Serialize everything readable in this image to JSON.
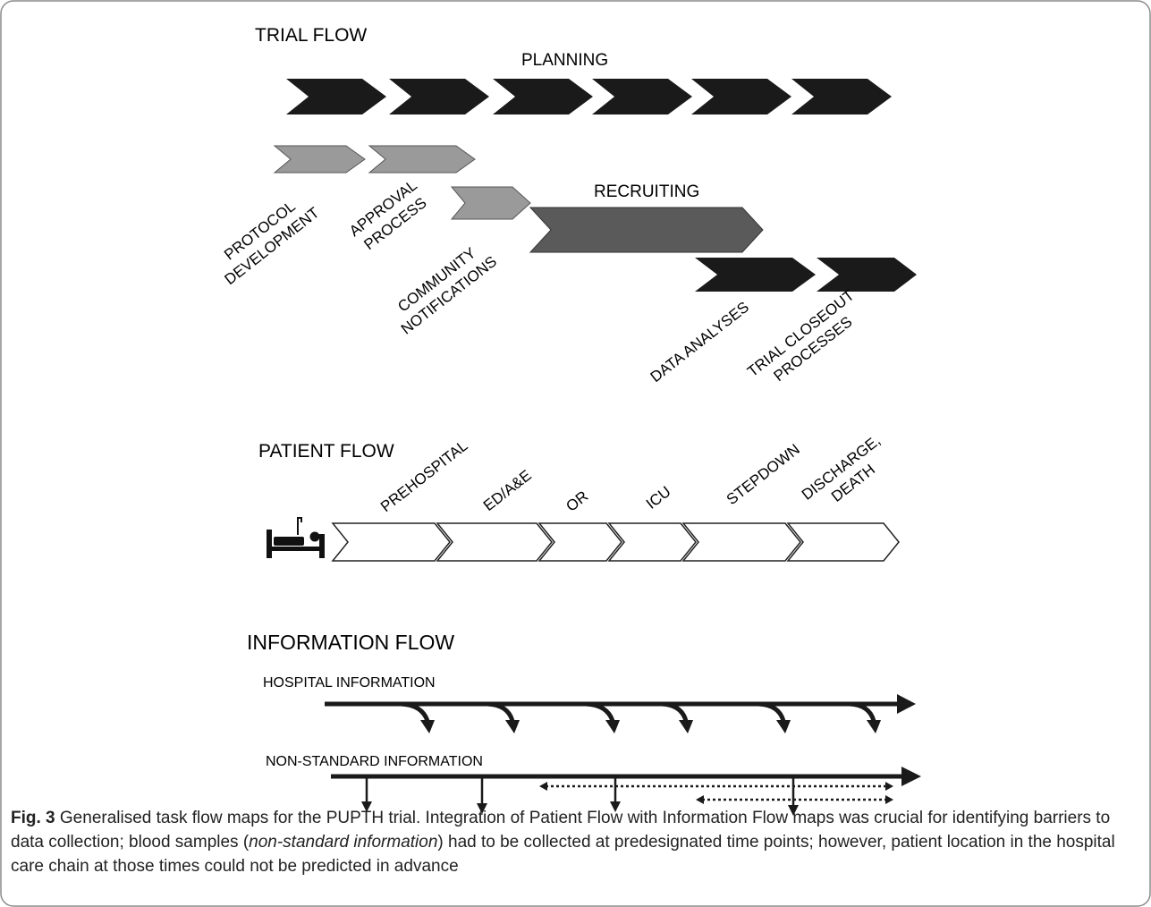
{
  "trial_flow": {
    "title": "TRIAL FLOW",
    "planning_label": "PLANNING",
    "protocol": [
      "PROTOCOL",
      "DEVELOPMENT"
    ],
    "approval": [
      "APPROVAL",
      "PROCESS"
    ],
    "community": [
      "COMMUNITY",
      "NOTIFICATIONS"
    ],
    "recruiting_label": "RECRUITING",
    "data_analyses": "DATA ANALYSES",
    "closeout": [
      "TRIAL CLOSEOUT",
      "PROCESSES"
    ]
  },
  "patient_flow": {
    "title": "PATIENT FLOW",
    "stages": [
      "PREHOSPITAL",
      "ED/A&E",
      "OR",
      "ICU",
      "STEPDOWN"
    ],
    "discharge": [
      "DISCHARGE,",
      "DEATH"
    ]
  },
  "information_flow": {
    "title": "INFORMATION FLOW",
    "hospital_label": "HOSPITAL INFORMATION",
    "nonstandard_label": "NON-STANDARD INFORMATION"
  },
  "caption": {
    "fig_label": "Fig. 3",
    "text_1": " Generalised task flow maps for the PUPTH trial. Integration of Patient Flow with Information Flow maps was crucial for identifying barriers to data collection; blood samples (",
    "italic": "non-standard information",
    "text_2": ") had to be collected at predesignated time points; however, patient location in the hospital care chain at those times could not be predicted in advance"
  },
  "colors": {
    "black": "#1a1a1a",
    "light_gray": "#9a9a9a",
    "dark_gray": "#5a5a5a",
    "border": "#8a8a8a"
  }
}
